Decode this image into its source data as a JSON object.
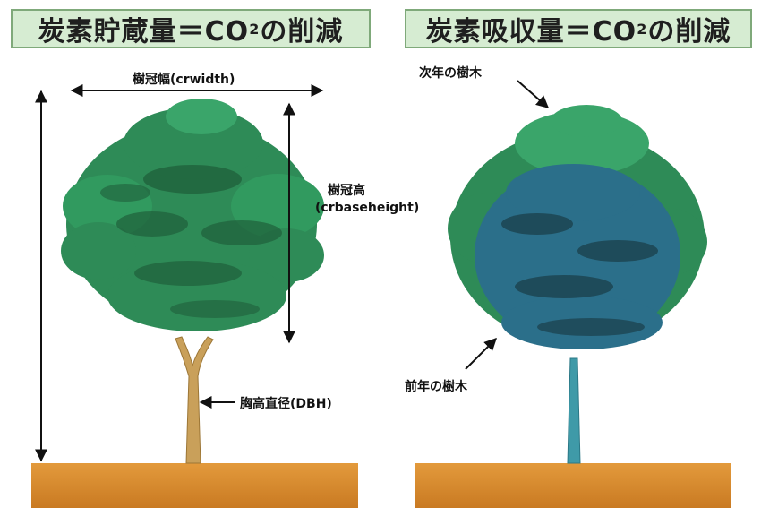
{
  "left_panel": {
    "title_prefix": "炭素貯蔵量＝CO",
    "title_sub": "2",
    "title_suffix": "の削減",
    "label_crown_width": "樹冠幅(crwidth)",
    "label_crown_height": "樹冠高",
    "label_crown_height_en": "(crbaseheight)",
    "label_dbh": "胸高直径(DBH)"
  },
  "right_panel": {
    "title_prefix": "炭素吸収量＝CO",
    "title_sub": "2",
    "title_suffix": "の削減",
    "label_next_year": "次年の樹木",
    "label_prev_year": "前年の樹木"
  },
  "colors": {
    "title_bg": "#d6ecd2",
    "foliage_green": "#2e8b57",
    "foliage_dark": "#1f5f3a",
    "foliage_blue": "#2b6f8a",
    "trunk_tan": "#c9a05a",
    "trunk_teal": "#3f9aa8",
    "ground": "#d98a2c"
  }
}
